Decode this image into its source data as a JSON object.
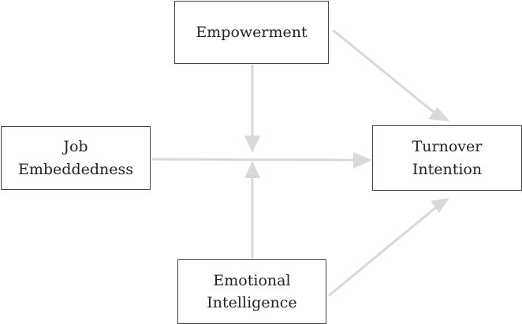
{
  "diagram": {
    "nodes": {
      "empowerment": "Empowerment",
      "job_embeddedness": "Job\nEmbeddedness",
      "turnover_intention": "Turnover\nIntention",
      "emotional_intelligence": "Emotional\nIntelligence"
    },
    "edges": [
      {
        "from": "Empowerment",
        "to": "Turnover Intention"
      },
      {
        "from": "Empowerment",
        "to": "Job Embeddedness → Turnover Intention path"
      },
      {
        "from": "Job Embeddedness",
        "to": "Turnover Intention"
      },
      {
        "from": "Emotional Intelligence",
        "to": "Job Embeddedness → Turnover Intention path"
      },
      {
        "from": "Emotional Intelligence",
        "to": "Turnover Intention"
      }
    ],
    "colors": {
      "arrow": "#d9d9d9",
      "box_border": "#444444",
      "text": "#222222"
    }
  }
}
